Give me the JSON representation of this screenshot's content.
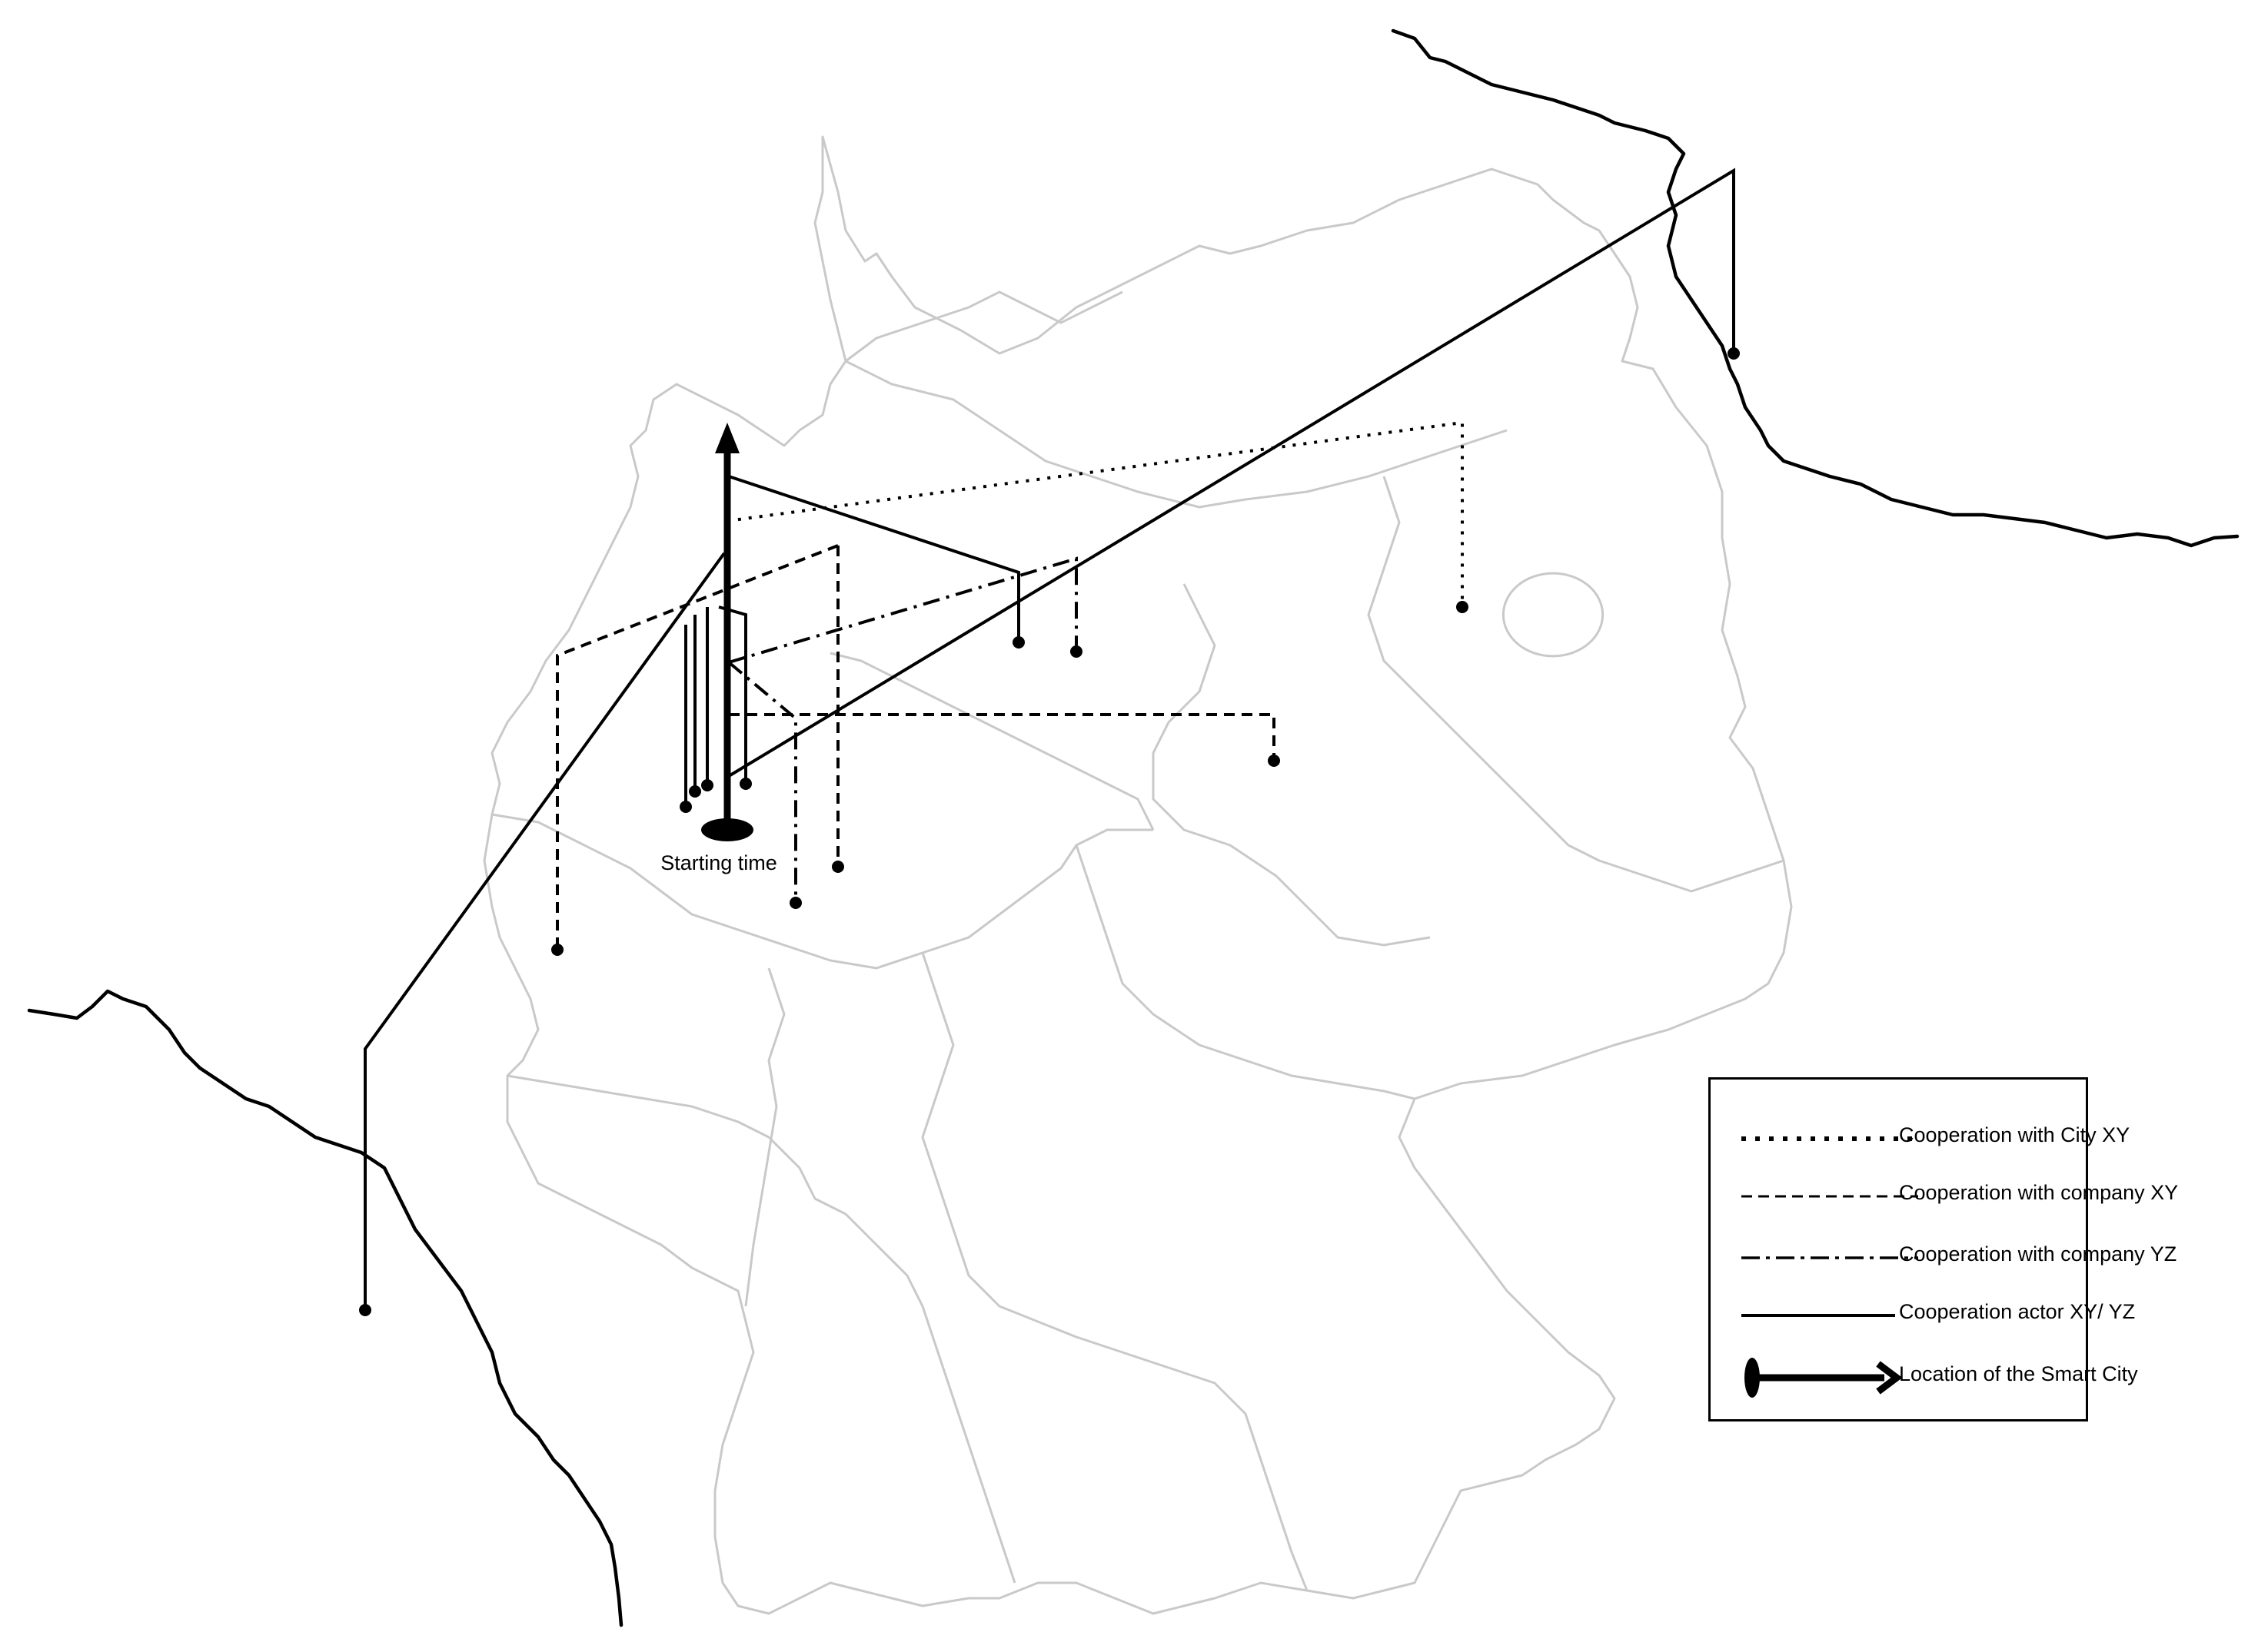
{
  "map": {
    "start_label": "Starting time"
  },
  "legend": {
    "items": [
      {
        "key": "city_xy",
        "label": "Cooperation with City XY",
        "style": "dotted"
      },
      {
        "key": "company_xy",
        "label": "Cooperation with company XY",
        "style": "dashed"
      },
      {
        "key": "company_yz",
        "label": "Cooperation with company YZ",
        "style": "dash-dot"
      },
      {
        "key": "actor_xyyz",
        "label": "Cooperation actor XY/ YZ",
        "style": "solid"
      },
      {
        "key": "smart_city",
        "label": "Location of the Smart City",
        "style": "arrow"
      }
    ]
  },
  "colors": {
    "lines": "#000000",
    "state_outlines": "#c9c9c9"
  }
}
